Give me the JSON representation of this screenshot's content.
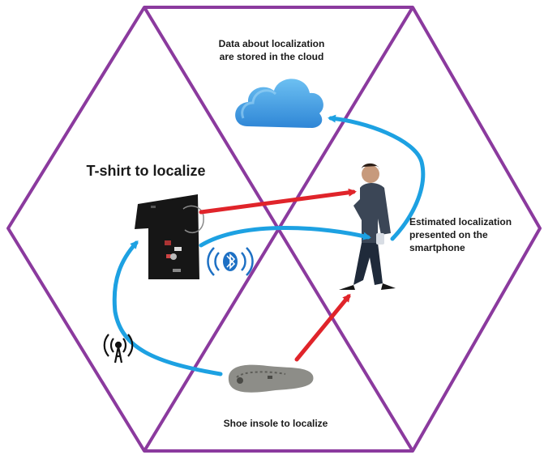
{
  "labels": {
    "cloud_line1": "Data about localization",
    "cloud_line2": "are stored in the cloud",
    "tshirt": "T-shirt to localize",
    "phone_line1": "Estimated localization",
    "phone_line2": "presented on the",
    "phone_line3": "smartphone",
    "insole": "Shoe insole to localize"
  },
  "colors": {
    "hexagon_outline": "#8B3A9E",
    "wireless_arrow": "#1DA1E2",
    "localization_arrow": "#E0242A",
    "cloud": "#4BA3E3"
  },
  "icons": [
    "cloud-icon",
    "tshirt-device-image",
    "person-image",
    "shoe-insole-image",
    "bluetooth-icon",
    "antenna-icon"
  ]
}
